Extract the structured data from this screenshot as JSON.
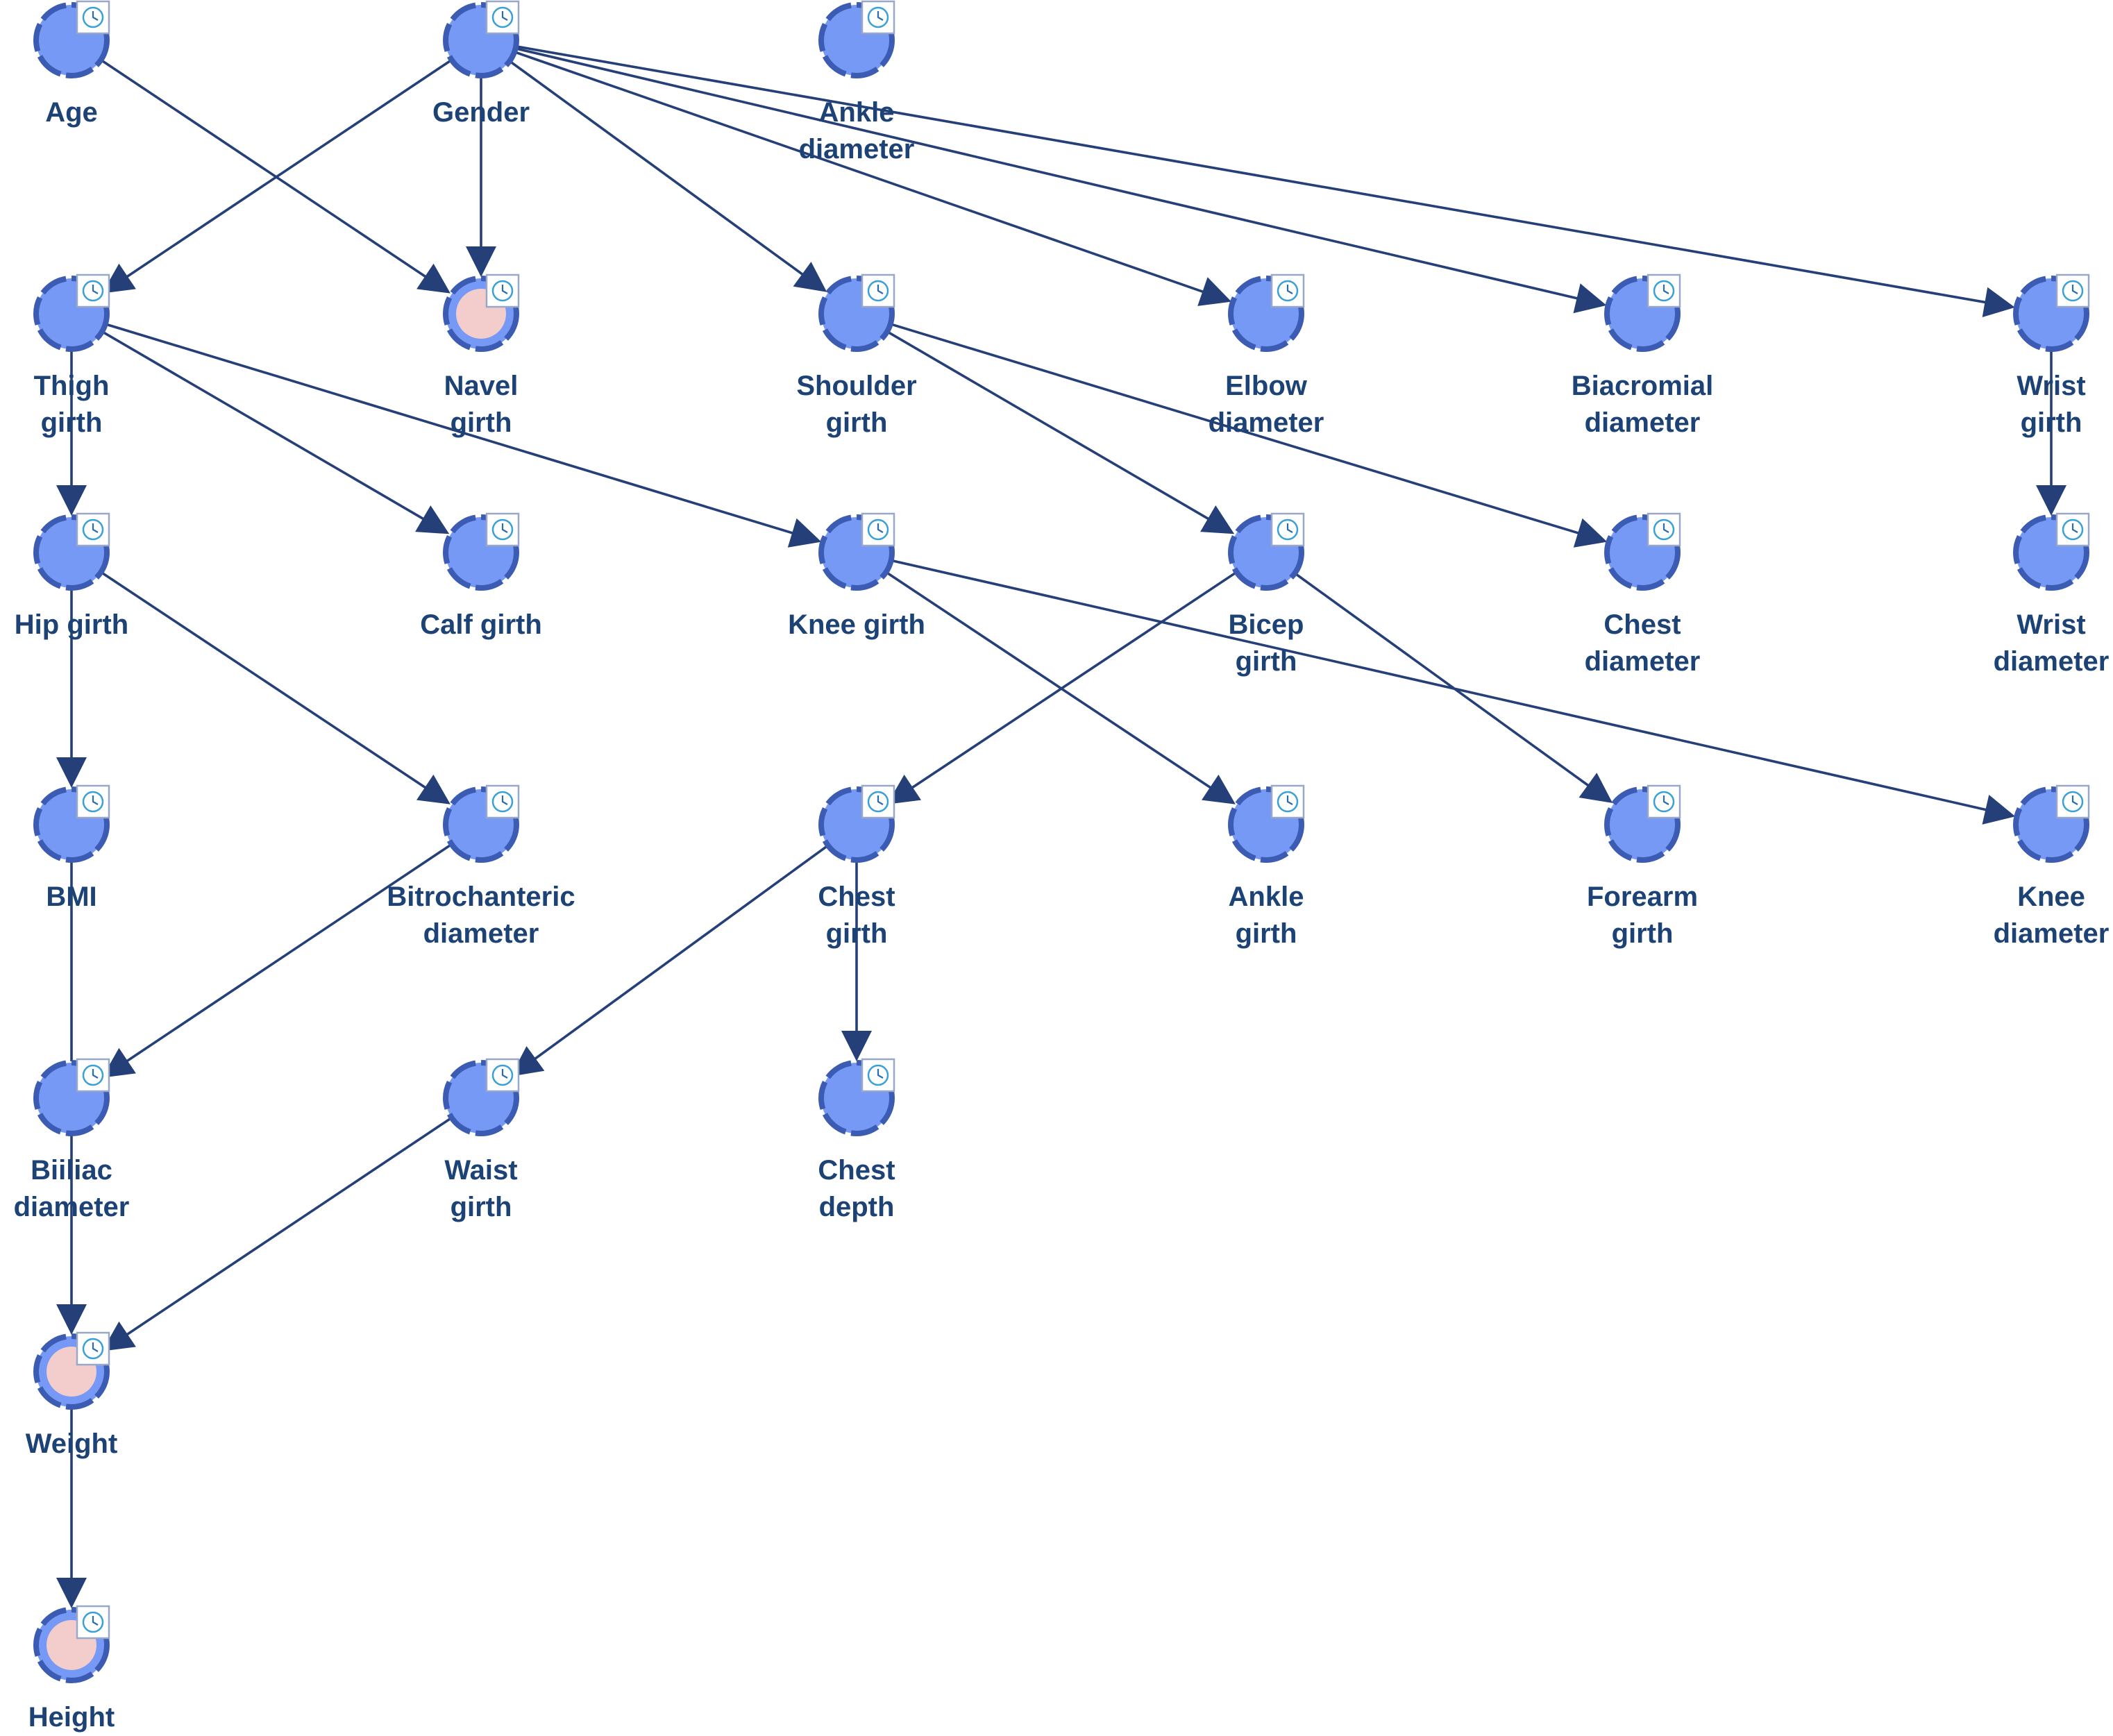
{
  "colors": {
    "node_fill": "#7699f5",
    "node_border": "#3c5bb3",
    "highlight_fill": "#f3cccc",
    "edge": "#253f78",
    "label": "#1c4276",
    "badge_icon": "clock-icon"
  },
  "nodes": [
    {
      "id": "age",
      "label": [
        "Age"
      ],
      "highlight": false
    },
    {
      "id": "gender",
      "label": [
        "Gender"
      ],
      "highlight": false
    },
    {
      "id": "ankle-diameter",
      "label": [
        "Ankle",
        "diameter"
      ],
      "highlight": false
    },
    {
      "id": "thigh-girth",
      "label": [
        "Thigh",
        "girth"
      ],
      "highlight": false
    },
    {
      "id": "navel-girth",
      "label": [
        "Navel",
        "girth"
      ],
      "highlight": true
    },
    {
      "id": "shoulder-girth",
      "label": [
        "Shoulder",
        "girth"
      ],
      "highlight": false
    },
    {
      "id": "elbow-diameter",
      "label": [
        "Elbow",
        "diameter"
      ],
      "highlight": false
    },
    {
      "id": "biacromial-diameter",
      "label": [
        "Biacromial",
        "diameter"
      ],
      "highlight": false
    },
    {
      "id": "wrist-girth",
      "label": [
        "Wrist",
        "girth"
      ],
      "highlight": false
    },
    {
      "id": "hip-girth",
      "label": [
        "Hip girth"
      ],
      "highlight": false
    },
    {
      "id": "calf-girth",
      "label": [
        "Calf girth"
      ],
      "highlight": false
    },
    {
      "id": "knee-girth",
      "label": [
        "Knee girth"
      ],
      "highlight": false
    },
    {
      "id": "bicep-girth",
      "label": [
        "Bicep",
        "girth"
      ],
      "highlight": false
    },
    {
      "id": "chest-diameter",
      "label": [
        "Chest",
        "diameter"
      ],
      "highlight": false
    },
    {
      "id": "wrist-diameter",
      "label": [
        "Wrist",
        "diameter"
      ],
      "highlight": false
    },
    {
      "id": "bmi",
      "label": [
        "BMI"
      ],
      "highlight": false
    },
    {
      "id": "bitrochanteric-diameter",
      "label": [
        "Bitrochanteric",
        "diameter"
      ],
      "highlight": false
    },
    {
      "id": "chest-girth",
      "label": [
        "Chest",
        "girth"
      ],
      "highlight": false
    },
    {
      "id": "ankle-girth",
      "label": [
        "Ankle",
        "girth"
      ],
      "highlight": false
    },
    {
      "id": "forearm-girth",
      "label": [
        "Forearm",
        "girth"
      ],
      "highlight": false
    },
    {
      "id": "knee-diameter",
      "label": [
        "Knee",
        "diameter"
      ],
      "highlight": false
    },
    {
      "id": "biiliac-diameter",
      "label": [
        "Biiliac",
        "diameter"
      ],
      "highlight": false
    },
    {
      "id": "waist-girth",
      "label": [
        "Waist",
        "girth"
      ],
      "highlight": false
    },
    {
      "id": "chest-depth",
      "label": [
        "Chest",
        "depth"
      ],
      "highlight": false
    },
    {
      "id": "weight",
      "label": [
        "Weight"
      ],
      "highlight": true
    },
    {
      "id": "height",
      "label": [
        "Height"
      ],
      "highlight": true
    }
  ],
  "edges": [
    {
      "from": "age",
      "to": "navel-girth",
      "arrow": true
    },
    {
      "from": "gender",
      "to": "thigh-girth",
      "arrow": true
    },
    {
      "from": "gender",
      "to": "navel-girth",
      "arrow": true
    },
    {
      "from": "gender",
      "to": "shoulder-girth",
      "arrow": true
    },
    {
      "from": "gender",
      "to": "elbow-diameter",
      "arrow": true
    },
    {
      "from": "gender",
      "to": "biacromial-diameter",
      "arrow": true
    },
    {
      "from": "gender",
      "to": "wrist-girth",
      "arrow": true
    },
    {
      "from": "thigh-girth",
      "to": "hip-girth",
      "arrow": true
    },
    {
      "from": "thigh-girth",
      "to": "calf-girth",
      "arrow": true
    },
    {
      "from": "thigh-girth",
      "to": "knee-girth",
      "arrow": true
    },
    {
      "from": "shoulder-girth",
      "to": "bicep-girth",
      "arrow": true
    },
    {
      "from": "shoulder-girth",
      "to": "chest-diameter",
      "arrow": true
    },
    {
      "from": "wrist-girth",
      "to": "wrist-diameter",
      "arrow": true
    },
    {
      "from": "hip-girth",
      "to": "bmi",
      "arrow": true
    },
    {
      "from": "hip-girth",
      "to": "bitrochanteric-diameter",
      "arrow": true
    },
    {
      "from": "knee-girth",
      "to": "ankle-girth",
      "arrow": true
    },
    {
      "from": "knee-girth",
      "to": "knee-diameter",
      "arrow": true
    },
    {
      "from": "bicep-girth",
      "to": "chest-girth",
      "arrow": true
    },
    {
      "from": "bicep-girth",
      "to": "forearm-girth",
      "arrow": true
    },
    {
      "from": "bitrochanteric-diameter",
      "to": "biiliac-diameter",
      "arrow": true
    },
    {
      "from": "bmi",
      "to": "biiliac-diameter",
      "arrow": false
    },
    {
      "from": "chest-girth",
      "to": "waist-girth",
      "arrow": true
    },
    {
      "from": "chest-girth",
      "to": "chest-depth",
      "arrow": true
    },
    {
      "from": "biiliac-diameter",
      "to": "weight",
      "arrow": true
    },
    {
      "from": "waist-girth",
      "to": "weight",
      "arrow": true
    },
    {
      "from": "weight",
      "to": "height",
      "arrow": true
    }
  ]
}
